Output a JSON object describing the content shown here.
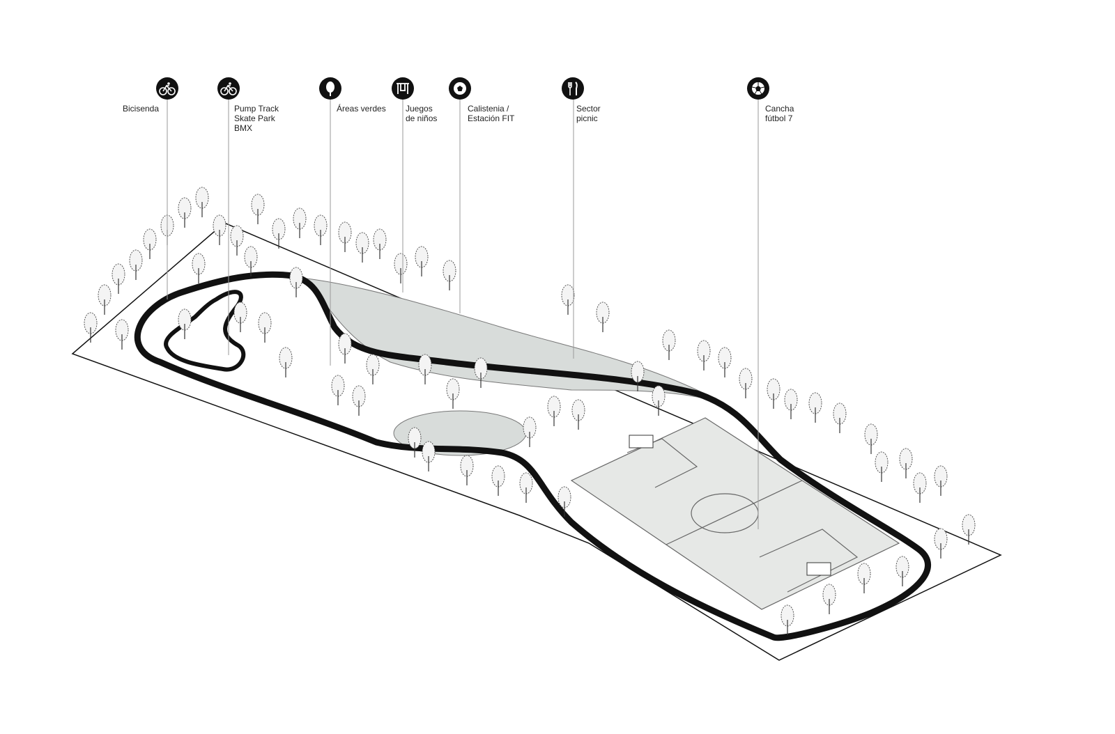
{
  "legend": [
    {
      "id": "bicisenda",
      "icon": "bicycle-icon",
      "lines": [
        "Bicisenda"
      ]
    },
    {
      "id": "pump-track",
      "icon": "bicycle-icon",
      "lines": [
        "Pump Track",
        "Skate Park",
        "BMX"
      ]
    },
    {
      "id": "areas-verdes",
      "icon": "tree-icon",
      "lines": [
        "Áreas verdes"
      ]
    },
    {
      "id": "juegos",
      "icon": "swing-icon",
      "lines": [
        "Juegos",
        "de niños"
      ]
    },
    {
      "id": "calistenia",
      "icon": "ball-icon",
      "lines": [
        "Calistenia /",
        "Estación FIT"
      ]
    },
    {
      "id": "picnic",
      "icon": "cutlery-icon",
      "lines": [
        "Sector",
        "picnic"
      ]
    },
    {
      "id": "cancha",
      "icon": "soccer-ball-icon",
      "lines": [
        "Cancha",
        "fútbol 7"
      ]
    }
  ],
  "colors": {
    "ink": "#111111",
    "field": "#e6e8e6",
    "plaza": "#d8dcda",
    "tree": "#555555",
    "leader": "#9a9a9a"
  }
}
